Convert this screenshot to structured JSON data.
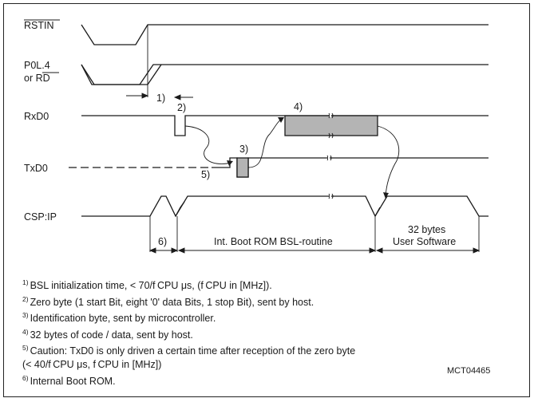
{
  "signals": {
    "rstin": "RSTIN",
    "p0l4_line1": "P0L.4",
    "p0l4_line2": "or RD",
    "rxd0": "RxD0",
    "txd0": "TxD0",
    "cspip": "CSP:IP"
  },
  "markers": {
    "m1": "1)",
    "m2": "2)",
    "m3": "3)",
    "m4": "4)",
    "m5": "5)",
    "m6": "6)"
  },
  "spans": {
    "boot_rom": "Int. Boot ROM BSL-routine",
    "user_sw_line1": "32 bytes",
    "user_sw_line2": "User Software"
  },
  "notes": [
    {
      "num": "1)",
      "text": "BSL initialization time, < 70/f CPU μs, (f CPU in [MHz])."
    },
    {
      "num": "2)",
      "text": "Zero byte (1 start Bit, eight '0' data Bits, 1 stop Bit), sent by host."
    },
    {
      "num": "3)",
      "text": "Identification byte, sent by microcontroller."
    },
    {
      "num": "4)",
      "text": "32 bytes of code / data, sent by host."
    },
    {
      "num": "5)",
      "text": "Caution: TxD0 is only driven a certain time after reception of the zero byte",
      "cont": "(< 40/f CPU μs, f CPU in [MHz])"
    },
    {
      "num": "6)",
      "text": "Internal Boot ROM."
    }
  ],
  "figure_code": "MCT04465",
  "colors": {
    "line": "#1a1a1a",
    "fill": "#b4b4b4"
  }
}
